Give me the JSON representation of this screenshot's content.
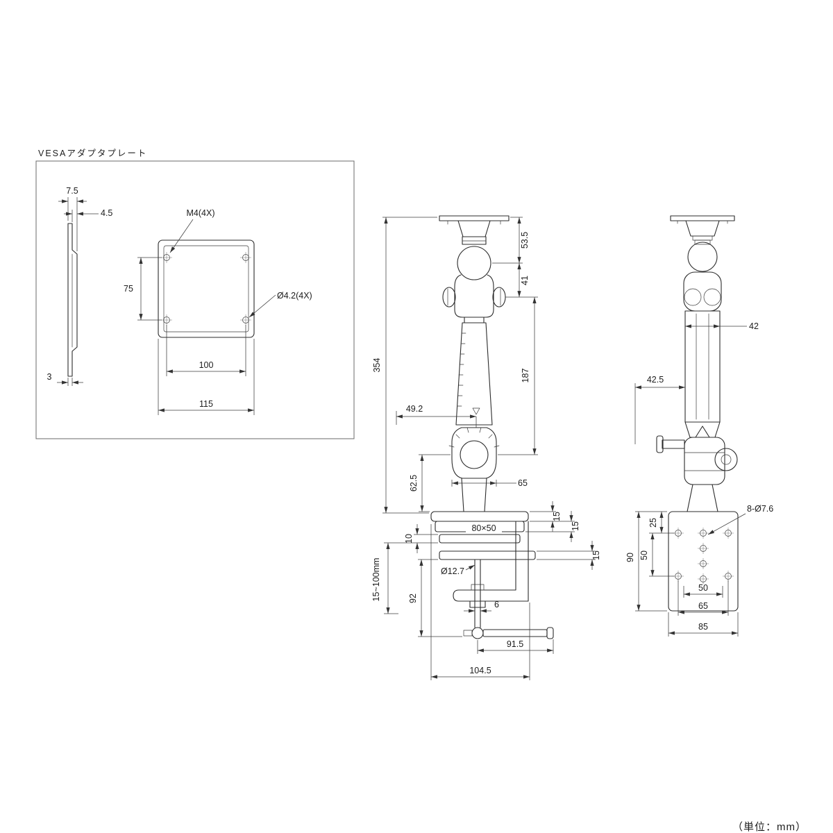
{
  "meta": {
    "unit_note": "（単位：mm）"
  },
  "vesa_panel": {
    "title": "VESAアダプタプレート",
    "dim_7_5": "7.5",
    "dim_4_5": "4.5",
    "dim_3": "3",
    "label_m4": "M4(4X)",
    "dim_75": "75",
    "label_dia_4_2": "Ø4.2(4X)",
    "dim_100": "100",
    "dim_115": "115"
  },
  "front_view": {
    "dim_53_5": "53.5",
    "dim_41": "41",
    "dim_354": "354",
    "dim_187": "187",
    "dim_49_2": "49.2",
    "dim_62_5": "62.5",
    "dim_65": "65",
    "dim_15_top": "15",
    "dim_15_mid": "15",
    "dim_15_bot": "15",
    "dim_10": "10",
    "label_slot": "80×50",
    "label_dia_12_7": "Ø12.7",
    "dim_clamp_range": "15~100mm",
    "dim_92": "92",
    "dim_6": "6",
    "dim_91_5": "91.5",
    "dim_104_5": "104.5"
  },
  "side_view": {
    "dim_42": "42",
    "dim_42_5": "42.5",
    "label_holes": "8-Ø7.6",
    "dim_25": "25",
    "dim_50_v": "50",
    "dim_90": "90",
    "dim_50_h": "50",
    "dim_65": "65",
    "dim_85": "85"
  }
}
